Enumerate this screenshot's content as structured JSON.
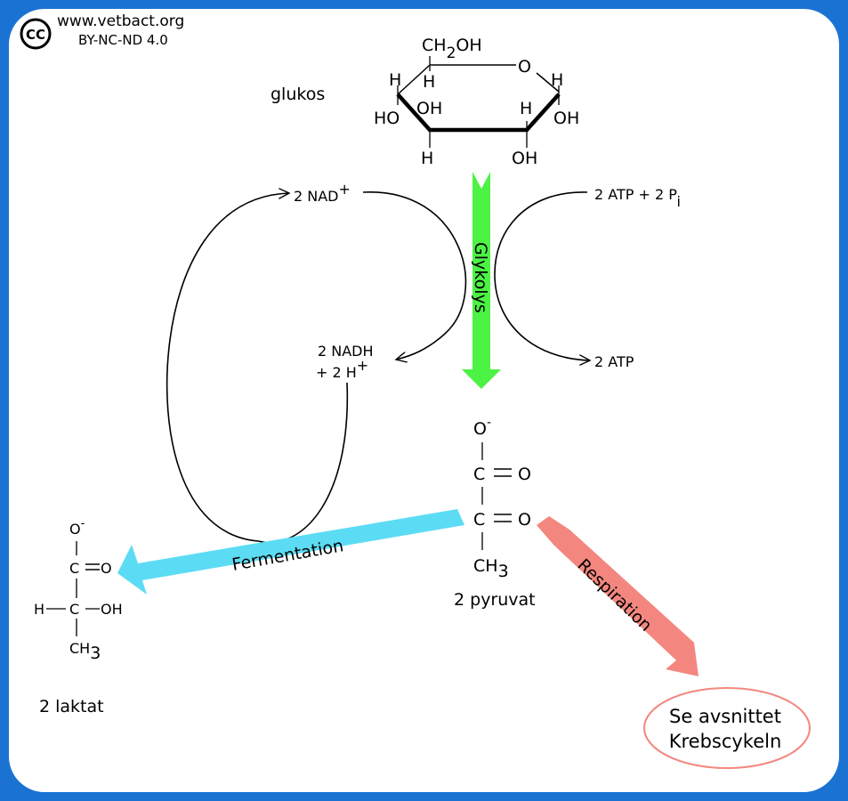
{
  "credit": {
    "cc_badge": "CC",
    "site": "www.vetbact.org",
    "license": "BY-NC-ND 4.0"
  },
  "glucose": {
    "name": "glukos",
    "ch2oh_a": "CH",
    "ch2oh_sub": "2",
    "ch2oh_b": "OH",
    "ring_o": "O",
    "h": "H",
    "oh": "OH",
    "ho": "HO"
  },
  "glycolysis": {
    "label": "Glykolys",
    "nad": "2 NAD",
    "nad_sup": "+",
    "nadh": "2 NADH",
    "h_plus": "+ 2 H",
    "h_plus_sup": "+",
    "atp_in": "2 ATP + 2 P",
    "atp_in_sub": "i",
    "atp_out": "2 ATP"
  },
  "pyruvate": {
    "o_minus": "O",
    "minus": "-",
    "c": "C",
    "o": "O",
    "ch3": "CH",
    "ch3_sub": "3",
    "name": "2 pyruvat"
  },
  "lactate": {
    "o_minus": "O",
    "minus": "-",
    "c": "C",
    "o": "O",
    "h": "H",
    "oh": "OH",
    "ch3": "CH",
    "ch3_sub": "3",
    "name": "2 laktat"
  },
  "fermentation": {
    "label": "Fermentation"
  },
  "respiration": {
    "label": "Respiration"
  },
  "krebs": {
    "line1": "Se avsnittet",
    "line2": "Krebscykeln"
  },
  "colors": {
    "frame": "#1a73d3",
    "glycolysis": "#4cf244",
    "fermentation": "#5cdcf4",
    "respiration": "#f3877f"
  }
}
